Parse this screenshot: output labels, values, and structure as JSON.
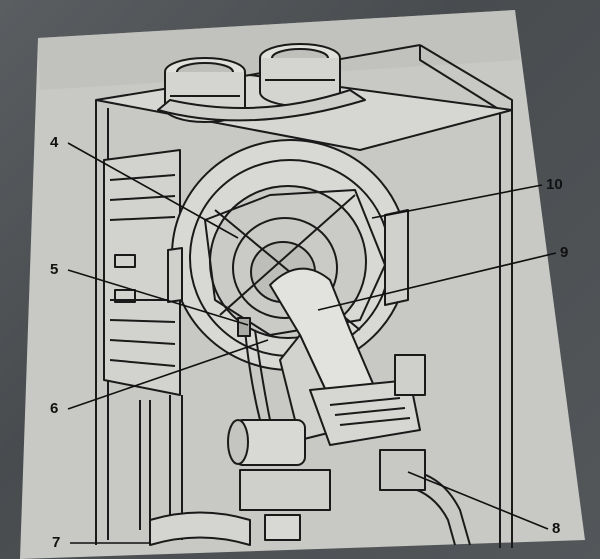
{
  "callouts": {
    "c4": "4",
    "c5": "5",
    "c6": "6",
    "c7": "7",
    "c8": "8",
    "c9": "9",
    "c10": "10"
  },
  "colors": {
    "background": "#4b4f52",
    "paper": "#c9c9c6",
    "ink": "#111111"
  }
}
